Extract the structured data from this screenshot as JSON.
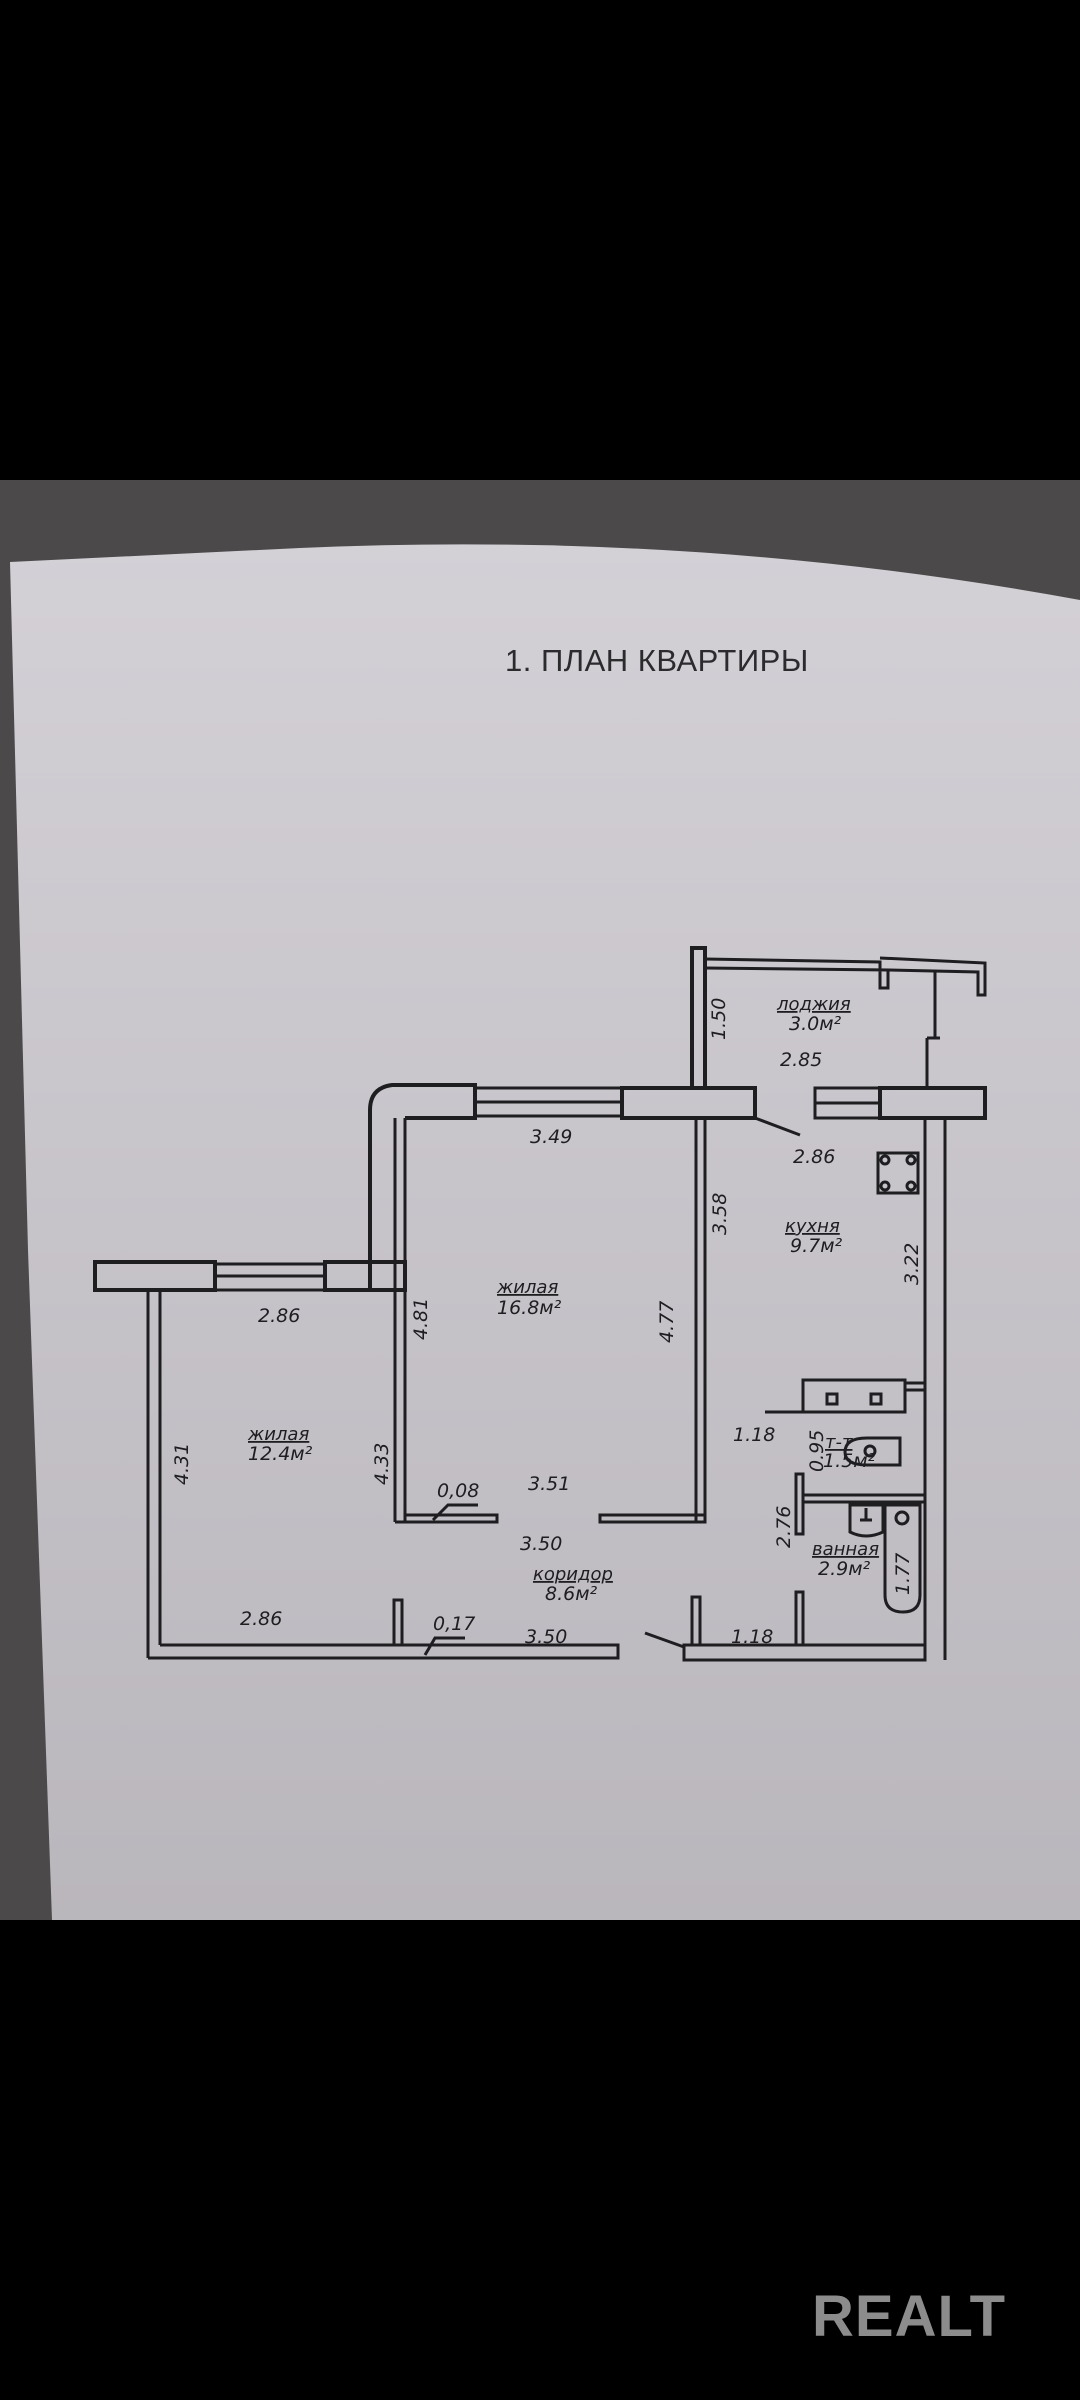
{
  "document": {
    "title": "1. ПЛАН КВАРТИРЫ",
    "paper_color": "#c9c5cb",
    "ink_color": "#1e1d20"
  },
  "rooms": [
    {
      "name": "лоджия",
      "area": "3.0м²"
    },
    {
      "name": "кухня",
      "area": "9.7м²"
    },
    {
      "name": "жилая",
      "area": "16.8м²"
    },
    {
      "name": "жилая",
      "area": "12.4м²"
    },
    {
      "name": "коридор",
      "area": "8.6м²"
    },
    {
      "name": "т-т",
      "area": "1.5м²"
    },
    {
      "name": "ванная",
      "area": "2.9м²"
    }
  ],
  "dimensions": {
    "loggia_height": "1.50",
    "loggia_width": "2.85",
    "kitchen_width": "2.86",
    "kitchen_left": "3.58",
    "kitchen_right": "3.22",
    "living_large_top": "3.49",
    "living_large_left": "4.81",
    "living_large_right": "4.77",
    "living_large_bottom": "3.51",
    "living_small_top": "2.86",
    "living_small_left": "4.31",
    "living_small_right": "4.33",
    "living_small_bottom": "2.86",
    "wall_offset_1": "0,08",
    "wall_offset_2": "0,17",
    "corridor_top": "3.50",
    "corridor_bottom": "3.50",
    "hall_width_1": "1.18",
    "hall_width_2": "1.18",
    "toilet_width": "0.95",
    "bath_height": "2.76",
    "tub_length": "1.77"
  },
  "watermark": {
    "brand": "REALT"
  }
}
